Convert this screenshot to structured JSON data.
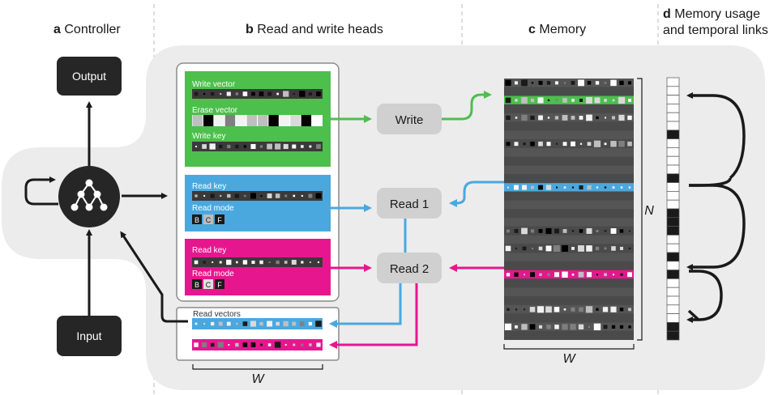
{
  "sections": {
    "a": {
      "letter": "a",
      "title": "Controller"
    },
    "b": {
      "letter": "b",
      "title": "Read and write heads"
    },
    "c": {
      "letter": "c",
      "title": "Memory"
    },
    "d": {
      "letter": "d",
      "title_line1": "Memory usage",
      "title_line2": "and temporal links"
    }
  },
  "controller": {
    "output_label": "Output",
    "input_label": "Input"
  },
  "write_panel": {
    "write_vector_label": "Write vector",
    "erase_vector_label": "Erase vector",
    "write_key_label": "Write key",
    "color": "#4cbf4c"
  },
  "read1_panel": {
    "read_key_label": "Read key",
    "read_mode_label": "Read mode",
    "modes": [
      "B",
      "C",
      "F"
    ],
    "color": "#4aa8df"
  },
  "read2_panel": {
    "read_key_label": "Read key",
    "read_mode_label": "Read mode",
    "modes": [
      "B",
      "C",
      "F"
    ],
    "color": "#e6178e"
  },
  "heads": {
    "write": "Write",
    "read1": "Read 1",
    "read2": "Read 2"
  },
  "read_vectors": {
    "label": "Read vectors"
  },
  "memory": {
    "n_label": "N",
    "w_label": "W"
  },
  "heads_w_label": "W"
}
